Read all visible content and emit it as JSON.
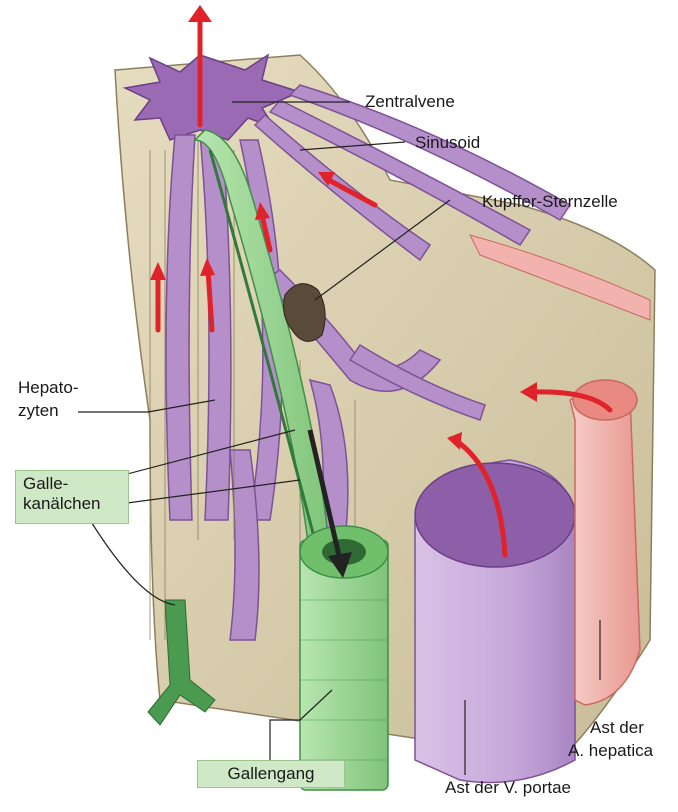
{
  "labels": {
    "zentralvene": "Zentralvene",
    "sinusoid": "Sinusoid",
    "kupffer": "Kupffer-Sternzelle",
    "hepato_line1": "Hepato-",
    "hepato_line2": "zyten",
    "galle_line1": "Galle-",
    "galle_line2": "kanälchen",
    "gallengang": "Gallengang",
    "hepatica_line1": "Ast der",
    "hepatica_line2": "A. hepatica",
    "portae": "Ast der V. portae"
  },
  "colors": {
    "tissue": "#d9cfb0",
    "tissue_edge": "#8c7f5e",
    "sinusoid": "#b58fc9",
    "sinusoid_dark": "#7d5296",
    "bile": "#9fd69a",
    "bile_dark": "#3e8f47",
    "artery": "#f2b2ad",
    "flow_arrow": "#e0222a",
    "label_box": "#cfe8c6"
  }
}
